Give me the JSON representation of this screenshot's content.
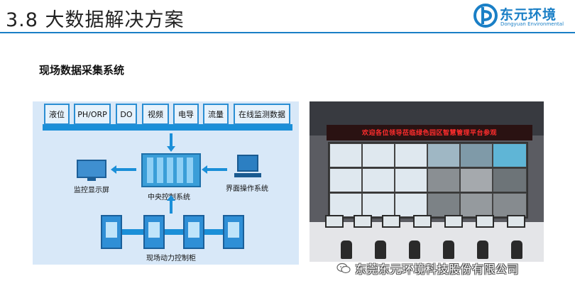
{
  "header": {
    "title": "3.8 大数据解决方案",
    "logo_cn": "东元环境",
    "logo_en": "Dongyuan Environmental",
    "accent_color": "#1a7fc6"
  },
  "section": {
    "heading": "现场数据采集系统"
  },
  "diagram": {
    "sensors": [
      "液位",
      "PH/ORP",
      "DO",
      "视频",
      "电导",
      "流量",
      "在线监测数据"
    ],
    "center_label": "中央控制系统",
    "left_label": "监控显示屏",
    "right_label": "界面操作系统",
    "bottom_label": "现场动力控制柜"
  },
  "photo": {
    "banner": "欢迎各位领导莅临绿色园区智慧管理平台参观"
  },
  "watermark": {
    "text": "东莞东元环境科技股份有限公司",
    "icon": "wechat-icon"
  }
}
